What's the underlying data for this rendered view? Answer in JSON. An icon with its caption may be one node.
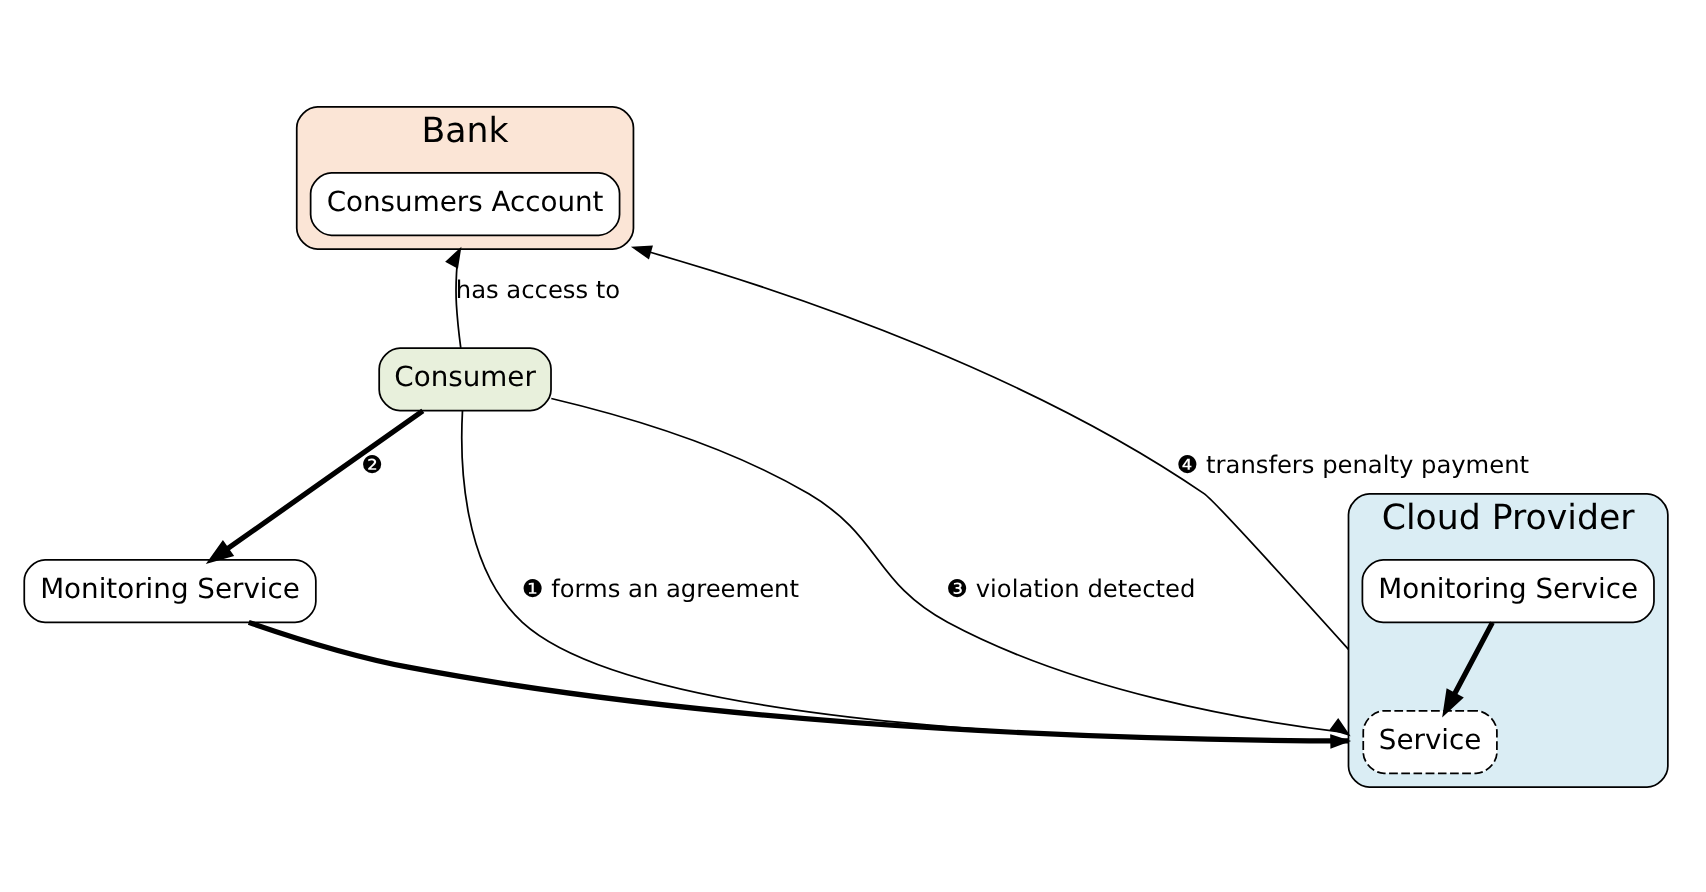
{
  "diagram": {
    "nodes": [
      {
        "text": [
          "Bank"
        ]
      },
      {
        "text": [
          "Consumers Account"
        ],
        "in": 0
      },
      {
        "text": [
          "Consumer"
        ]
      },
      {
        "text": [
          "Monitoring Service"
        ]
      },
      {
        "text": [
          "Cloud Provider"
        ]
      },
      {
        "text": [
          "Service"
        ],
        "in": 4
      },
      {
        "text": [
          "Monitoring Service"
        ],
        "in": 4
      }
    ],
    "edges": [
      {
        "from": 2,
        "to": 0,
        "arrow": "to",
        "label": "has access to"
      },
      {
        "from": 2,
        "to": 4,
        "arrow": "to",
        "label": "❶ forms an agreement"
      },
      {
        "from": 2,
        "to": 3,
        "arrow": "to",
        "label": "❷",
        "style": "thick"
      },
      {
        "from": 2,
        "to": 4,
        "arrow": "to",
        "label": "❸ violation detected"
      },
      {
        "from": 3,
        "to": 4,
        "arrow": "none",
        "style": "thick"
      },
      {
        "from": 4,
        "to": 0,
        "arrow": "to",
        "label": "❹ transfers penalty payment"
      },
      {
        "from": 6,
        "to": 5,
        "arrow": "to",
        "style": "thick"
      }
    ]
  }
}
